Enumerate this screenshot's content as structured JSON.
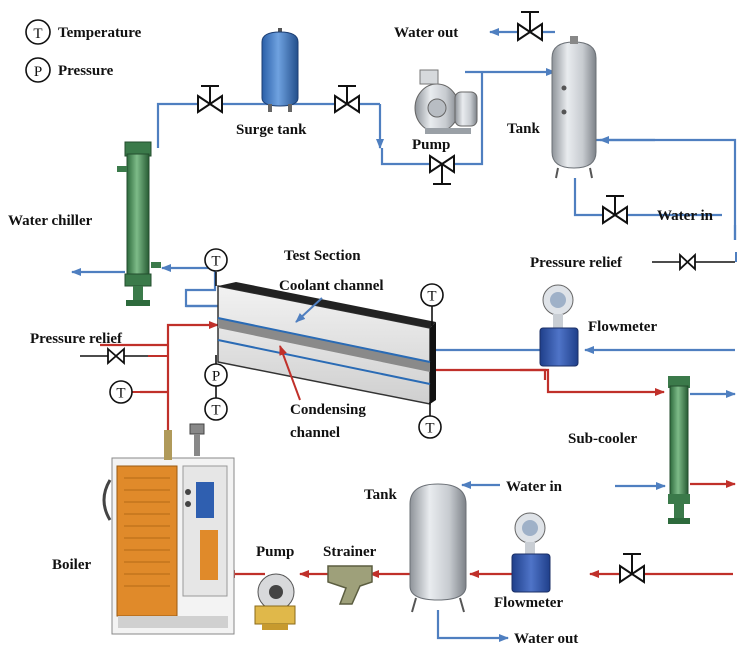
{
  "legend": {
    "temperature_symbol": "T",
    "temperature_label": "Temperature",
    "pressure_symbol": "P",
    "pressure_label": "Pressure"
  },
  "labels": {
    "water_out_top": "Water out",
    "surge_tank": "Surge tank",
    "tank_top": "Tank",
    "pump_top": "Pump",
    "water_chiller": "Water chiller",
    "water_in_top": "Water in",
    "test_section": "Test Section",
    "coolant_channel": "Coolant channel",
    "pressure_relief_right": "Pressure relief",
    "pressure_relief_left": "Pressure relief",
    "flowmeter_top": "Flowmeter",
    "condensing_line1": "Condensing",
    "condensing_line2": "channel",
    "sub_cooler": "Sub-cooler",
    "tank_bottom": "Tank",
    "water_in_bottom": "Water in",
    "pump_bottom": "Pump",
    "strainer": "Strainer",
    "boiler": "Boiler",
    "flowmeter_bottom": "Flowmeter",
    "water_out_bottom": "Water out"
  },
  "colors": {
    "cooling_line": "#4f7fc0",
    "steam_line": "#c0302a",
    "label_text": "#111111"
  }
}
